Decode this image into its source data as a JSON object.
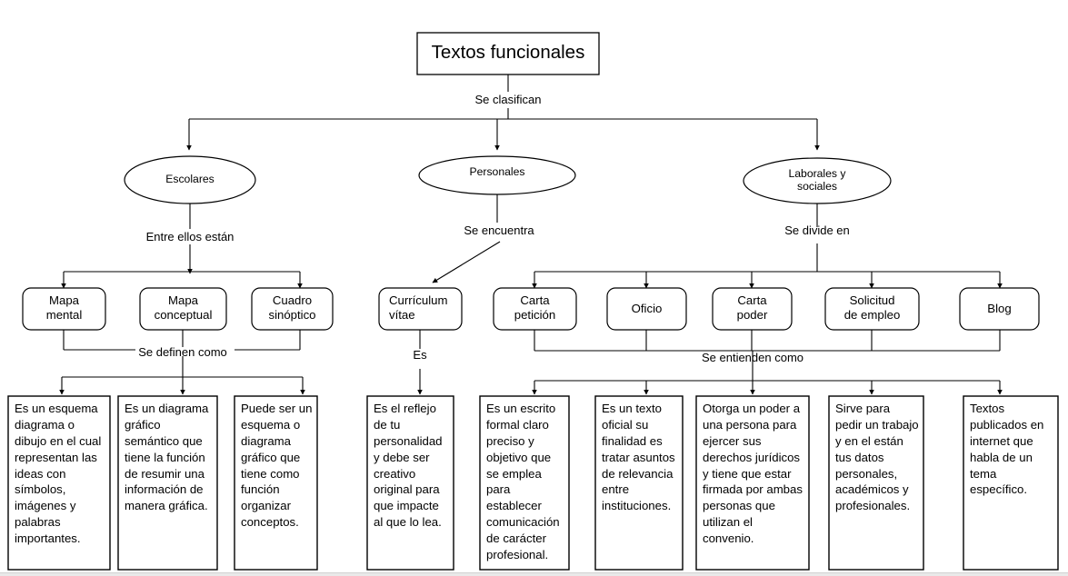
{
  "diagram": {
    "title": "Textos funcionales",
    "root_connector_label": "Se clasifican",
    "categories": [
      {
        "name": "Escolares",
        "connector_label": "Entre ellos están"
      },
      {
        "name": "Personales",
        "connector_label": "Se encuentra"
      },
      {
        "name": "Laborales y\nsociales",
        "connector_label": "Se divide en"
      }
    ],
    "group_labels": {
      "escolares_defs": "Se definen como",
      "personales_defs": "Es",
      "laborales_defs": "Se entienden como"
    },
    "types": [
      {
        "id": "mapa-mental",
        "label": "Mapa\nmental",
        "group": "escolares"
      },
      {
        "id": "mapa-conceptual",
        "label": "Mapa\nconceptual",
        "group": "escolares"
      },
      {
        "id": "cuadro-sinoptico",
        "label": "Cuadro\nsinóptico",
        "group": "escolares"
      },
      {
        "id": "curriculum-vitae",
        "label": "Currículum\nvítae",
        "group": "personales"
      },
      {
        "id": "carta-peticion",
        "label": "Carta\npetición",
        "group": "laborales"
      },
      {
        "id": "oficio",
        "label": "Oficio",
        "group": "laborales"
      },
      {
        "id": "carta-poder",
        "label": "Carta\npoder",
        "group": "laborales"
      },
      {
        "id": "solicitud-empleo",
        "label": "Solicitud\nde empleo",
        "group": "laborales"
      },
      {
        "id": "blog",
        "label": "Blog",
        "group": "laborales"
      }
    ],
    "definitions": [
      {
        "id": "def-mapa-mental",
        "text": "Es un esquema diagrama o dibujo en el cual representan las ideas con símbolos, imágenes y palabras importantes."
      },
      {
        "id": "def-mapa-conceptual",
        "text": "Es un diagrama gráfico semántico que tiene la función de resumir una información de manera gráfica."
      },
      {
        "id": "def-cuadro-sinoptico",
        "text": "Puede ser un esquema o diagrama gráfico que tiene como función organizar conceptos."
      },
      {
        "id": "def-curriculum-vitae",
        "text": "Es el reflejo de tu personalidad y debe ser creativo original para que impacte al que lo lea."
      },
      {
        "id": "def-carta-peticion",
        "text": "Es un escrito formal claro preciso y objetivo que se emplea para establecer comunicación de carácter profesional."
      },
      {
        "id": "def-oficio",
        "text": "Es un texto oficial su finalidad es tratar asuntos de relevancia entre instituciones."
      },
      {
        "id": "def-carta-poder",
        "text": "Otorga un poder a una persona para ejercer sus derechos jurídicos y tiene que estar firmada por ambas personas que utilizan el convenio."
      },
      {
        "id": "def-solicitud-empleo",
        "text": "Sirve para pedir un trabajo y en el están tus datos personales, académicos y profesionales."
      },
      {
        "id": "def-blog",
        "text": "Textos publicados en internet que habla de un tema específico."
      }
    ],
    "colors": {
      "stroke": "#000000",
      "fill": "#ffffff",
      "background": "#ffffff"
    }
  }
}
